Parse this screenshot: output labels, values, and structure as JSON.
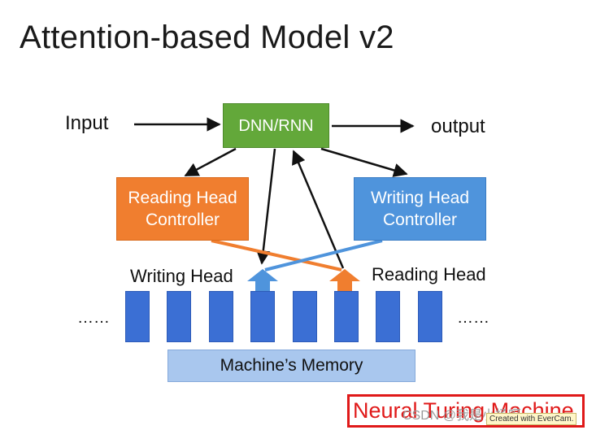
{
  "title": "Attention-based Model v2",
  "labels": {
    "input": "Input",
    "output": "output",
    "writing_head": "Writing Head",
    "reading_head": "Reading Head",
    "dots_left": "……",
    "dots_right": "……"
  },
  "boxes": {
    "dnn": "DNN/RNN",
    "reading_controller": "Reading Head\nController",
    "writing_controller": "Writing Head\nController",
    "memory": "Machine’s Memory"
  },
  "footer": {
    "ntm": "Neural Turing Machine",
    "watermark": "CSDN @我是小杨呀",
    "evercam": "Created with EverCam."
  },
  "colors": {
    "dnn": "#63a83a",
    "reading": "#f07e2f",
    "writing": "#4f94dc",
    "memory_cell": "#3b6fd4",
    "memory_bar": "#a9c7ee",
    "highlight": "#e01919"
  },
  "memory_cells": 8
}
